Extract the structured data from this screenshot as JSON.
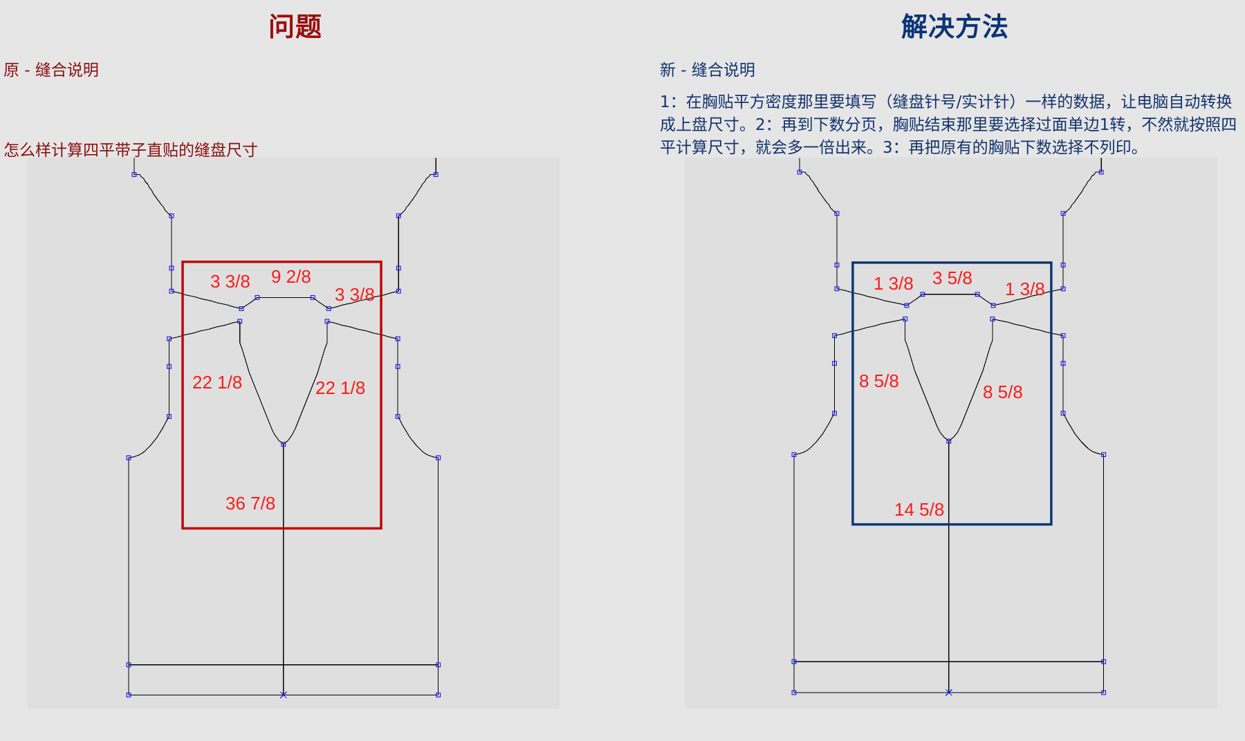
{
  "problem": {
    "title": "问题",
    "subtitle": "原 - 缝合说明",
    "question": "怎么样计算四平带子直贴的缝盘尺寸",
    "box_color": "#c00000",
    "measurements": {
      "shoulder_left": "3 3/8",
      "neck_back": "9 2/8",
      "shoulder_right": "3 3/8",
      "placket_left": "22 1/8",
      "placket_right": "22 1/8",
      "bottom": "36 7/8"
    }
  },
  "solution": {
    "title": "解决方法",
    "subtitle": "新 - 缝合说明",
    "description": "1：在胸贴平方密度那里要填写（缝盘针号/实计针）一样的数据，让电脑自动转换成上盘尺寸。2：再到下数分页，胸贴结束那里要选择过面单边1转，不然就按照四平计算尺寸，就会多一倍出来。3：再把原有的胸贴下数选择不列印。",
    "box_color": "#0b3478",
    "measurements": {
      "shoulder_left": "1 3/8",
      "neck_back": "3 5/8",
      "shoulder_right": "1 3/8",
      "placket_left": "8 5/8",
      "placket_right": "8 5/8",
      "bottom": "14 5/8"
    }
  },
  "colors": {
    "measurement_text": "#ff1a1a",
    "outline": "#000000",
    "node": "#1a1aff",
    "problem_title": "#9b0e0e",
    "solution_title": "#0b3478"
  }
}
